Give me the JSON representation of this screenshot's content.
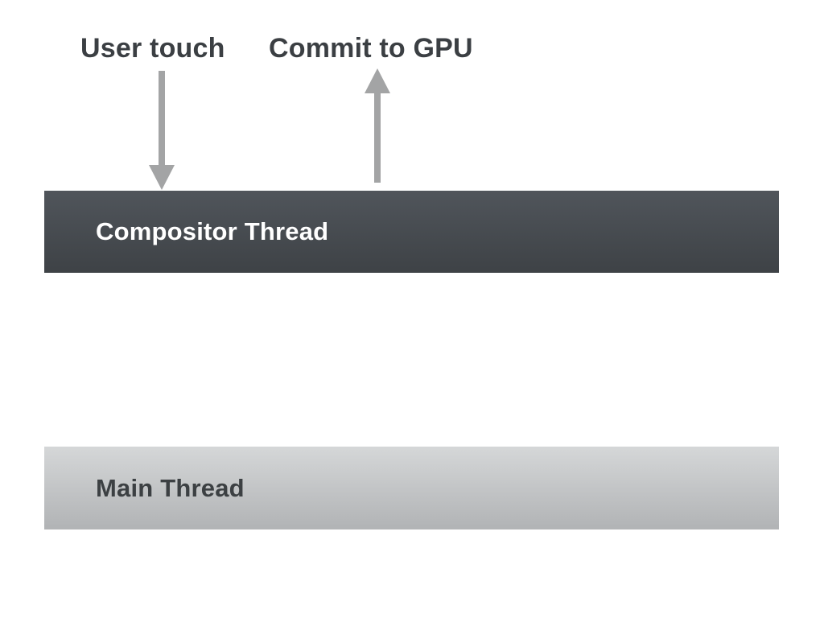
{
  "diagram": {
    "annotations": {
      "user_touch": {
        "label": "User touch",
        "arrow_direction": "down"
      },
      "commit_gpu": {
        "label": "Commit to GPU",
        "arrow_direction": "up"
      }
    },
    "bars": {
      "compositor": {
        "label": "Compositor Thread"
      },
      "main": {
        "label": "Main Thread"
      }
    }
  },
  "colors": {
    "background": "#ffffff",
    "label-text": "#3b3f43",
    "arrow": "#a3a4a5",
    "compositor-top": "#50555b",
    "compositor-bottom": "#3e4246",
    "compositor-text": "#ffffff",
    "main-top": "#d5d7d8",
    "main-bottom": "#b1b3b5",
    "main-text": "#3c4043"
  }
}
